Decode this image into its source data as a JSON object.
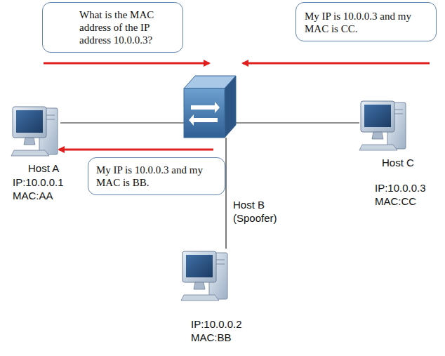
{
  "diagram": {
    "nodes": [
      {
        "text": [
          "What is the MAC address of the IP address 10.0.0.3?"
        ]
      },
      {
        "text": [
          "My IP is 10.0.0.3 and my MAC is CC."
        ]
      },
      {
        "text": [
          "Host A",
          "IP:10.0.0.1 MAC:AA"
        ]
      },
      {
        "text": [
          "My IP is 10.0.0.3 and my MAC is BB."
        ]
      },
      {
        "text": [
          "Host C",
          "IP:10.0.0.3 MAC:CC"
        ]
      },
      {
        "text": [
          "Host B (Spoofer)",
          "IP:10.0.0.2 MAC:BB"
        ]
      }
    ]
  }
}
